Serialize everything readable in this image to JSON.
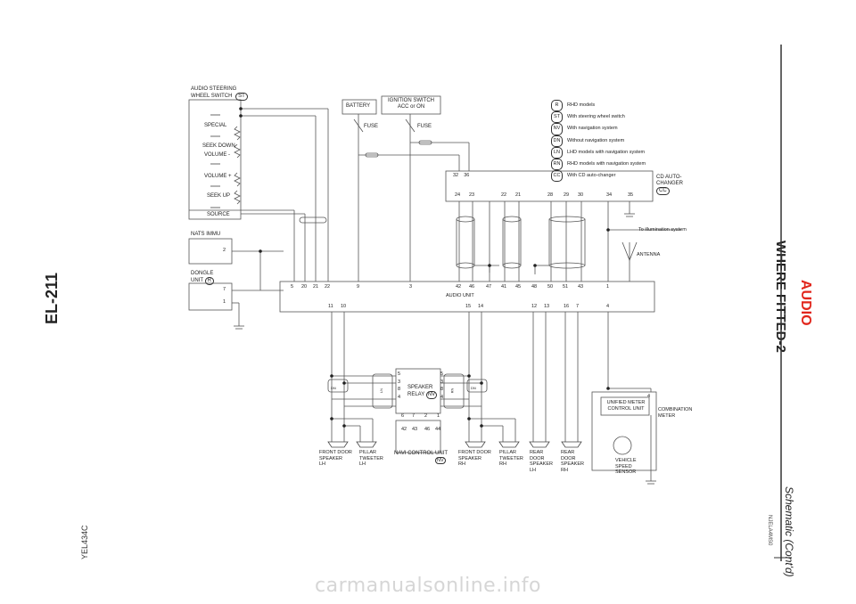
{
  "page": {
    "section": "AUDIO",
    "title": "WHERE FITTED-2",
    "subtitle": "Schematic (Cont'd)",
    "code": "NJELA4MS0",
    "page_number": "EL-211",
    "figure_id": "YEL434C",
    "watermark": "carmanualsonline.info"
  },
  "colors": {
    "accent": "#e1251b",
    "line": "#555555",
    "grid": "#333333"
  },
  "legend": [
    {
      "code": "R",
      "text": "RHD models"
    },
    {
      "code": "ST",
      "text": "With steering wheel switch"
    },
    {
      "code": "NV",
      "text": "With navigation system"
    },
    {
      "code": "DN",
      "text": "Without navigation system"
    },
    {
      "code": "LN",
      "text": "LHD models with navigation system"
    },
    {
      "code": "RN",
      "text": "RHD models with navigation system"
    },
    {
      "code": "CC",
      "text": "With CD auto-changer"
    }
  ],
  "components": {
    "steering_switch": {
      "title1": "AUDIO STEERING",
      "title2": "WHEEL SWITCH",
      "badge": "ST"
    },
    "switch_labels": [
      "SPECIAL",
      "SEEK DOWN",
      "VOLUME -",
      "VOLUME +",
      "SEEK UP",
      "SOURCE"
    ],
    "battery": "BATTERY",
    "ignition1": "IGNITION SWITCH",
    "ignition2": "ACC or ON",
    "fuse": "FUSE",
    "cd_changer1": "CD AUTO-",
    "cd_changer2": "CHANGER",
    "cd_badge": "CC",
    "illumination": "To illumination system",
    "antenna": "ANTENNA",
    "nats": "NATS IMMU",
    "dongle1": "DONGLE",
    "dongle2": "UNIT",
    "dongle_badge": "R",
    "audio_unit": "AUDIO UNIT",
    "speaker_relay1": "SPEAKER",
    "speaker_relay2": "RELAY",
    "relay_badge": "NV",
    "navi_unit": "NAVI CONTROL UNIT",
    "navi_badge": "NV",
    "unified1": "UNIFIED METER",
    "unified2": "CONTROL UNIT",
    "combination1": "COMBINATION",
    "combination2": "METER",
    "vss1": "VEHICLE",
    "vss2": "SPEED",
    "vss3": "SENSOR",
    "dn_tag": "DN",
    "ln_tag": "LN",
    "rn_tag": "RN",
    "fd_lh": [
      "FRONT DOOR",
      "SPEAKER",
      "LH"
    ],
    "pt_lh": [
      "PILLAR",
      "TWEETER",
      "LH"
    ],
    "fd_rh": [
      "FRONT DOOR",
      "SPEAKER",
      "RH"
    ],
    "pt_rh": [
      "PILLAR",
      "TWEETER",
      "RH"
    ],
    "rd_lh": [
      "REAR",
      "DOOR",
      "SPEAKER",
      "LH"
    ],
    "rd_rh": [
      "REAR",
      "DOOR",
      "SPEAKER",
      "RH"
    ]
  },
  "pins": {
    "audio_top": [
      "5",
      "20",
      "21",
      "22",
      "9",
      "3",
      "42",
      "46",
      "47",
      "41",
      "45",
      "48",
      "50",
      "51",
      "43",
      "1"
    ],
    "audio_bottom": [
      "11",
      "10",
      "15",
      "14",
      "12",
      "13",
      "16",
      "7",
      "4"
    ],
    "cd_top": [
      "32",
      "36"
    ],
    "cd_bottom": [
      "24",
      "23",
      "22",
      "21",
      "28",
      "29",
      "30",
      "34",
      "35"
    ],
    "nats": "2",
    "dongle": [
      "7",
      "1"
    ],
    "relay_left": [
      "5",
      "3",
      "8",
      "4"
    ],
    "relay_right": [
      "5",
      "3",
      "8",
      "4"
    ],
    "relay_bottom": [
      "6",
      "7",
      "2",
      "1"
    ],
    "navi": [
      "42",
      "43",
      "46",
      "44"
    ],
    "meter": "4"
  }
}
